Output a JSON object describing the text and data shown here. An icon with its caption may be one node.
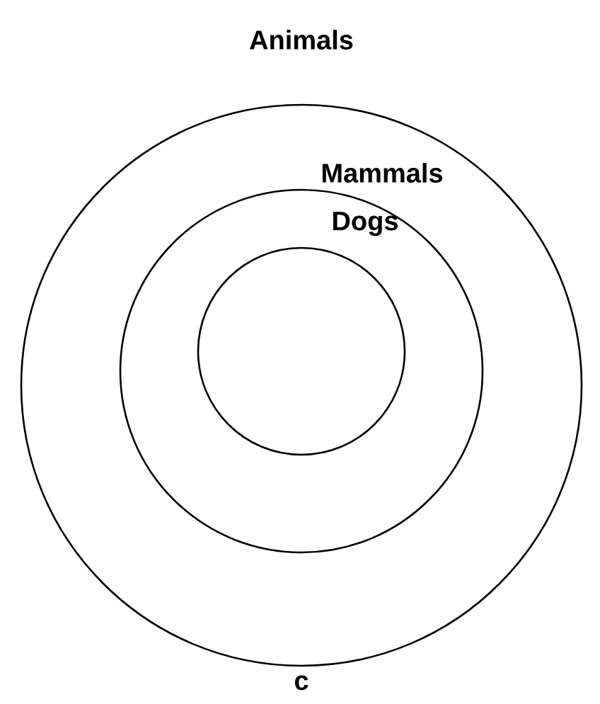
{
  "diagram": {
    "caption": "c",
    "nodes": [
      {
        "text": [
          "Animals"
        ]
      },
      {
        "text": [
          "Mammals"
        ],
        "in": 0
      },
      {
        "text": [
          "Dogs"
        ],
        "in": 1
      }
    ]
  }
}
